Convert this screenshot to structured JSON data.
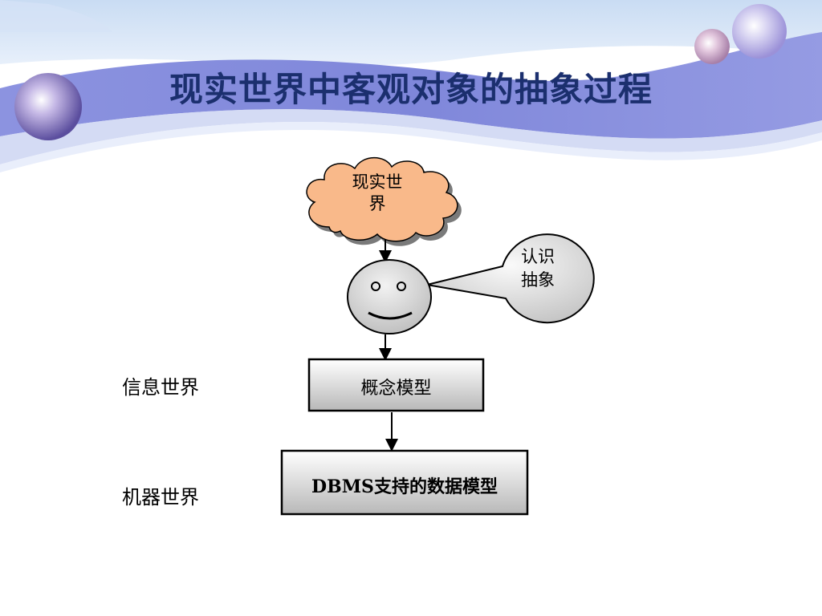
{
  "slide": {
    "title": "现实世界中客观对象的抽象过程"
  },
  "diagram": {
    "cloud": {
      "line1": "现实世",
      "line2": "界"
    },
    "speech_bubble": {
      "line1": "认识",
      "line2": "抽象"
    },
    "concept_model": "概念模型",
    "dbms_model": "DBMS支持的数据模型",
    "info_world_label": "信息世界",
    "machine_world_label": "机器世界"
  },
  "colors": {
    "banner_purple": "#7c84d8",
    "banner_light": "#b9c9ee",
    "cloud_fill": "#f9b98a",
    "title_color": "#1b2f6e"
  }
}
